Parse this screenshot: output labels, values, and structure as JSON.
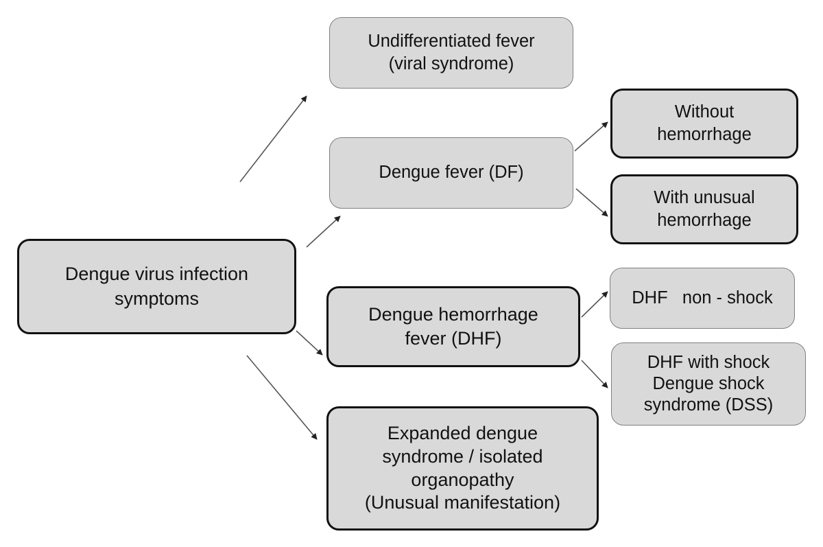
{
  "nodes": {
    "root": "Dengue virus infection\nsymptoms",
    "undifferentiated": "Undifferentiated fever\n(viral syndrome)",
    "df": "Dengue fever (DF)",
    "without_hemorrhage": "Without\nhemorrhage",
    "with_unusual_hemorrhage": "With unusual\nhemorrhage",
    "dhf": "Dengue hemorrhage\nfever (DHF)",
    "dhf_non_shock": "DHF   non - shock",
    "dhf_shock": "DHF with shock\nDengue shock\nsyndrome (DSS)",
    "expanded": "Expanded dengue\nsyndrome / isolated\norganopathy\n(Unusual manifestation)"
  },
  "colors": {
    "box_fill": "#d9d9d9",
    "border_dark": "#111111",
    "border_light": "#7f7f7f",
    "arrow": "#555555"
  }
}
